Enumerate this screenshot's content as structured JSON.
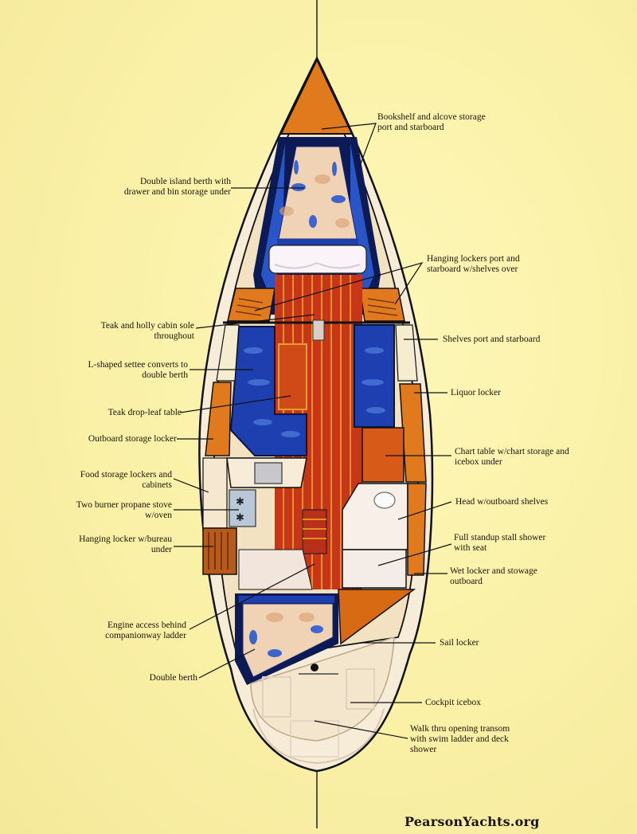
{
  "diagram": {
    "title": "Sailboat interior accommodation plan",
    "colors": {
      "background": "#faf0a6",
      "teak": "#e07a1c",
      "teak_dark": "#b8501a",
      "sole": "#c8361a",
      "cushion_blue": "#1e3fb0",
      "cream": "#f7ecd8",
      "outline": "#111111"
    },
    "labels": {
      "bookshelf": "Bookshelf and alcove storage\nport and starboard",
      "island_berth": "Double island berth with\ndrawer and bin storage under",
      "hanging_lockers": "Hanging lockers port and\nstarboard w/shelves over",
      "cabin_sole": "Teak and holly cabin sole\nthroughout",
      "shelves": "Shelves port and starboard",
      "settee": "L-shaped settee converts to\ndouble berth",
      "liquor_locker": "Liquor locker",
      "drop_leaf_table": "Teak drop-leaf table",
      "outboard_storage": "Outboard storage locker",
      "chart_table": "Chart table w/chart storage and\nicebox under",
      "food_storage": "Food storage lockers and\ncabinets",
      "head": "Head w/outboard shelves",
      "stove": "Two burner propane stove\nw/oven",
      "shower": "Full standup stall shower\nwith seat",
      "hanging_locker_bureau": "Hanging locker w/bureau\nunder",
      "wet_locker": "Wet locker and stowage\noutboard",
      "engine_access": "Engine access behind\ncompanionway ladder",
      "sail_locker": "Sail locker",
      "double_berth": "Double berth",
      "cockpit_icebox": "Cockpit icebox",
      "transom": "Walk thru opening transom\nwith swim ladder and deck\nshower"
    },
    "watermark": "PearsonYachts.org"
  }
}
